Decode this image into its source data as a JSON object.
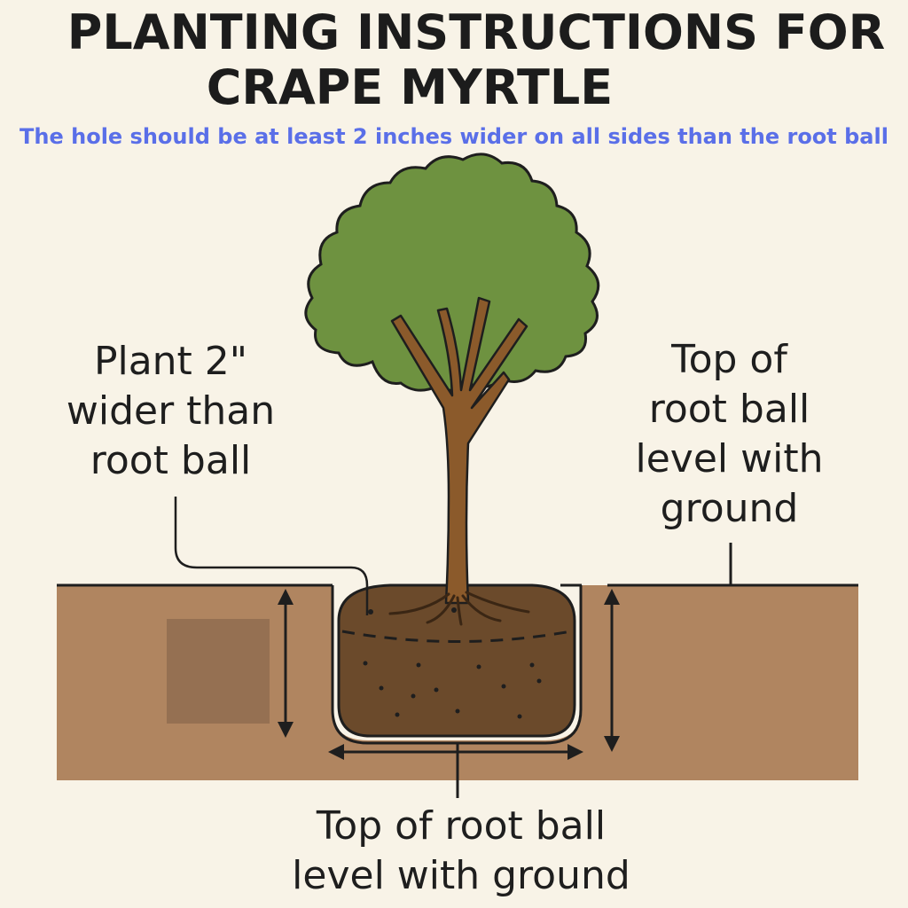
{
  "title": {
    "line1": "PLANTING INSTRUCTIONS FOR",
    "line2": "CRAPE MYRTLE"
  },
  "subtitle": "The hole should be at least 2 inches wider on all sides than the root ball",
  "labels": {
    "left": [
      "Plant 2\"",
      "wider than",
      "root ball"
    ],
    "right": [
      "Top of",
      "root ball",
      "level with",
      "ground"
    ],
    "bottom": [
      "Top of root ball",
      "level with ground"
    ]
  },
  "colors": {
    "background": "#f8f3e7",
    "soil": "#b08560",
    "root_ball": "#6b4a2b",
    "foliage": "#6e9240",
    "trunk": "#8b5a2b",
    "subtitle": "#5a6fe8",
    "outline": "#1e1e1e"
  },
  "icons": [
    "tree-illustration",
    "root-ball",
    "dimension-arrow"
  ]
}
